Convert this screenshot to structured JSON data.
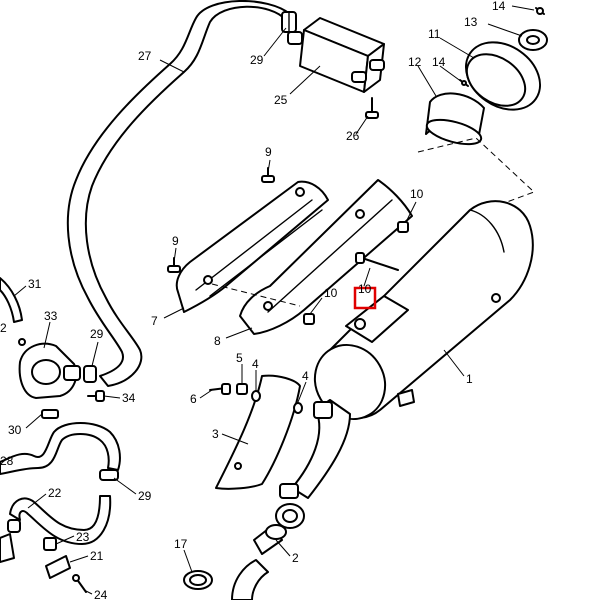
{
  "callouts": {
    "c1": "1",
    "c2": "2",
    "c2b": "2",
    "c3": "3",
    "c4a": "4",
    "c4b": "4",
    "c5": "5",
    "c6": "6",
    "c7": "7",
    "c8": "8",
    "c9a": "9",
    "c9b": "9",
    "c10a": "10",
    "c10b": "10",
    "c10c": "10",
    "c11": "11",
    "c12": "12",
    "c13": "13",
    "c14a": "14",
    "c14b": "14",
    "c17": "17",
    "c21": "21",
    "c22": "22",
    "c23": "23",
    "c24": "24",
    "c25": "25",
    "c26": "26",
    "c27": "27",
    "c28": "28",
    "c29a": "29",
    "c29b": "29",
    "c29c": "29",
    "c30": "30",
    "c31": "31",
    "c33": "33",
    "c34": "34"
  },
  "highlight_color": "#e00000"
}
